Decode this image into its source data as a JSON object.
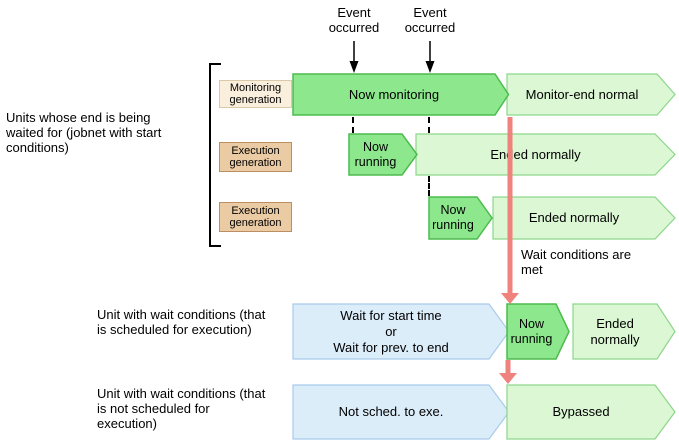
{
  "colors": {
    "bright_green": "#8DE88D",
    "bright_green_border": "#4DBB4D",
    "pale_green": "#DCF7D4",
    "pale_green_border": "#8CD68C",
    "pale_blue": "#DCEDFA",
    "pale_blue_border": "#A9CBEA",
    "salmon_red": "#F0827E",
    "beige_box": "#FAEEDC",
    "tan_box": "#EBCBA4"
  },
  "top": {
    "event_label_1": "Event\noccurred",
    "event_label_2": "Event\noccurred"
  },
  "left": {
    "units_waited_label": "Units whose end is being\nwaited for (jobnet with start\nconditions)",
    "unit_scheduled_label": "Unit with wait conditions (that\nis scheduled for execution)",
    "unit_not_scheduled_label": "Unit with wait conditions (that\nis not scheduled for\nexecution)"
  },
  "generations": {
    "monitoring": "Monitoring\ngeneration",
    "execution_1": "Execution\ngeneration",
    "execution_2": "Execution\ngeneration"
  },
  "flows": {
    "monitoring_row": {
      "state": "Now monitoring",
      "result": "Monitor-end normal"
    },
    "execution_row_1": {
      "state": "Now\nrunning",
      "result": "Ended normally"
    },
    "execution_row_2": {
      "state": "Now\nrunning",
      "result": "Ended normally"
    },
    "scheduled_row": {
      "wait": "Wait for start time\nor\nWait for prev. to end",
      "state": "Now\nrunning",
      "result": "Ended\nnormally"
    },
    "not_scheduled_row": {
      "wait": "Not sched. to exe.",
      "result": "Bypassed"
    }
  },
  "notes": {
    "wait_conditions": "Wait conditions are\nmet"
  }
}
